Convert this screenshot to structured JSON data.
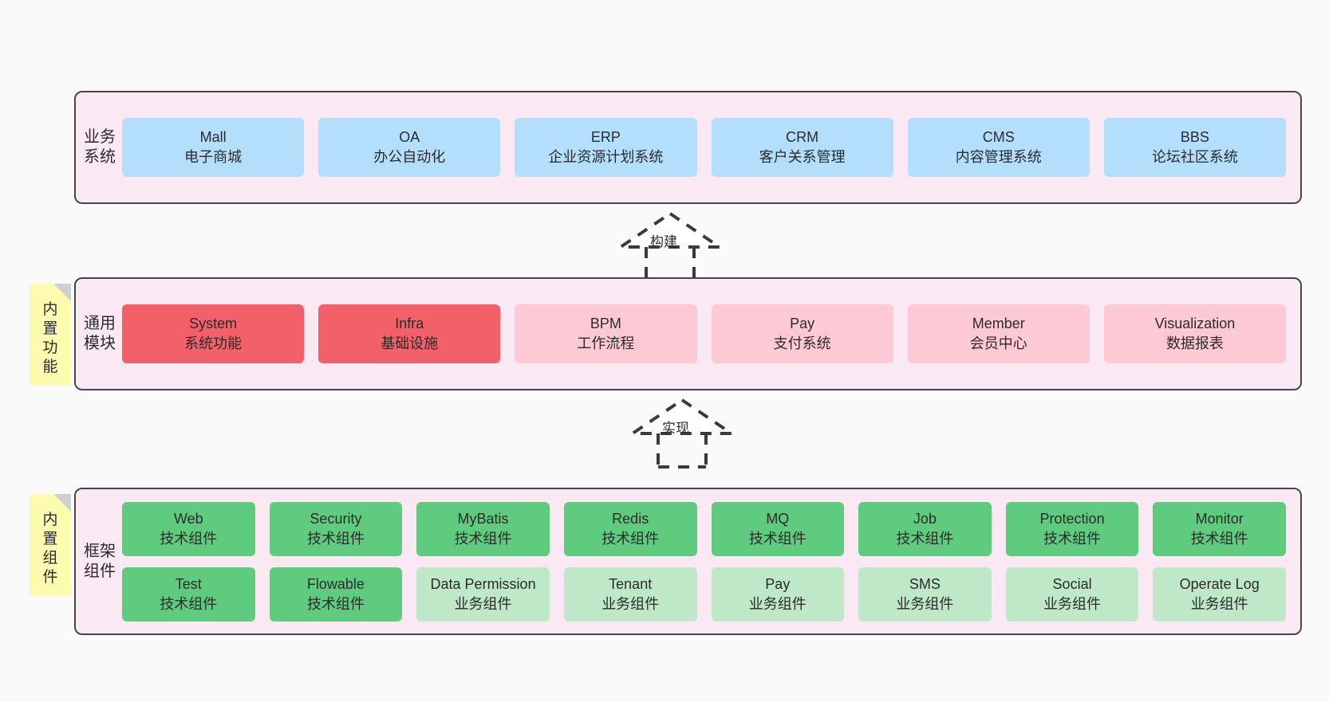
{
  "diagram": {
    "title_hidden": "",
    "layers": [
      {
        "id": "business-systems",
        "title": "业务系统",
        "rows": [
          {
            "cells": [
              {
                "name": "Mall",
                "sub": "电子商城",
                "color": "#b3dffc"
              },
              {
                "name": "OA",
                "sub": "办公自动化",
                "color": "#b3dffc"
              },
              {
                "name": "ERP",
                "sub": "企业资源计划系统",
                "color": "#b3dffc"
              },
              {
                "name": "CRM",
                "sub": "客户关系管理",
                "color": "#b3dffc"
              },
              {
                "name": "CMS",
                "sub": "内容管理系统",
                "color": "#b3dffc"
              },
              {
                "name": "BBS",
                "sub": "论坛社区系统",
                "color": "#b3dffc"
              }
            ]
          }
        ]
      },
      {
        "id": "general-modules",
        "title": "通用模块",
        "note": "内置功能",
        "rows": [
          {
            "cells": [
              {
                "name": "System",
                "sub": "系统功能",
                "color": "#f2616a"
              },
              {
                "name": "Infra",
                "sub": "基础设施",
                "color": "#f2616a"
              },
              {
                "name": "BPM",
                "sub": "工作流程",
                "color": "#fcc9d4"
              },
              {
                "name": "Pay",
                "sub": "支付系统",
                "color": "#fcc9d4"
              },
              {
                "name": "Member",
                "sub": "会员中心",
                "color": "#fcc9d4"
              },
              {
                "name": "Visualization",
                "sub": "数据报表",
                "color": "#fcc9d4"
              }
            ]
          }
        ]
      },
      {
        "id": "framework-components",
        "title": "框架组件",
        "note": "内置组件",
        "rows": [
          {
            "cells": [
              {
                "name": "Web",
                "sub": "技术组件",
                "color": "#5fcb7f"
              },
              {
                "name": "Security",
                "sub": "技术组件",
                "color": "#5fcb7f"
              },
              {
                "name": "MyBatis",
                "sub": "技术组件",
                "color": "#5fcb7f"
              },
              {
                "name": "Redis",
                "sub": "技术组件",
                "color": "#5fcb7f"
              },
              {
                "name": "MQ",
                "sub": "技术组件",
                "color": "#5fcb7f"
              },
              {
                "name": "Job",
                "sub": "技术组件",
                "color": "#5fcb7f"
              },
              {
                "name": "Protection",
                "sub": "技术组件",
                "color": "#5fcb7f"
              },
              {
                "name": "Monitor",
                "sub": "技术组件",
                "color": "#5fcb7f"
              }
            ]
          },
          {
            "cells": [
              {
                "name": "Test",
                "sub": "技术组件",
                "color": "#5fcb7f"
              },
              {
                "name": "Flowable",
                "sub": "技术组件",
                "color": "#5fcb7f"
              },
              {
                "name": "Data Permission",
                "sub": "业务组件",
                "color": "#bfe8c9"
              },
              {
                "name": "Tenant",
                "sub": "业务组件",
                "color": "#bfe8c9"
              },
              {
                "name": "Pay",
                "sub": "业务组件",
                "color": "#bfe8c9"
              },
              {
                "name": "SMS",
                "sub": "业务组件",
                "color": "#bfe8c9"
              },
              {
                "name": "Social",
                "sub": "业务组件",
                "color": "#bfe8c9"
              },
              {
                "name": "Operate Log",
                "sub": "业务组件",
                "color": "#bfe8c9"
              }
            ]
          }
        ]
      }
    ],
    "connectors": [
      {
        "id": "build",
        "label": "构建"
      },
      {
        "id": "implement",
        "label": "实现"
      }
    ],
    "colors": {
      "canvas_background": "#fafafa",
      "layer_background": "#fae9f3",
      "layer_border": "#4a444f",
      "note_background": "#fcfbb0",
      "note_fold": "#cfcfcf",
      "connector": "#3a3a3a",
      "text": "#2b2b2b"
    }
  }
}
